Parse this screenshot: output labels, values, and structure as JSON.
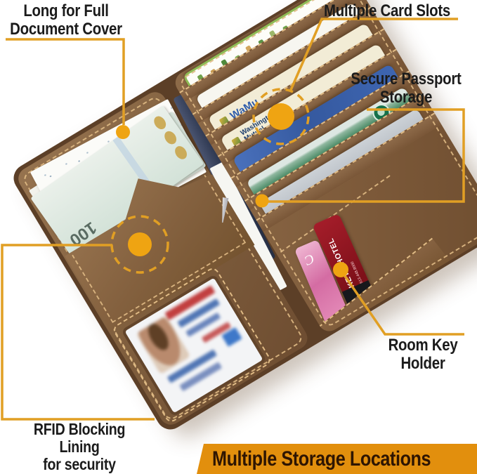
{
  "callouts": {
    "document": {
      "line1": "Long for Full",
      "line2": "Document Cover"
    },
    "card_slots": {
      "text": "Multiple Card Slots"
    },
    "passport": {
      "line1": "Secure Passport",
      "line2": "Storage"
    },
    "room_key": {
      "line1": "Room Key",
      "line2": "Holder"
    },
    "rfid": {
      "line1": "RFID Blocking Lining",
      "line2": "for security"
    }
  },
  "banner": {
    "text": "Multiple Storage Locations"
  },
  "colors": {
    "callout_line": "#E19F24",
    "callout_fill": "#EFA412",
    "banner_bg": "#E28F0D",
    "banner_text": "#2E1502",
    "label_text": "#1B1B1B",
    "leather": "#81603F"
  },
  "wallet": {
    "cards": {
      "wamu_label": "WaMu",
      "washington_mutual_label": "Washington Mutual"
    },
    "key_card": {
      "name": "KEYS HOTEL",
      "phone": "613.448.8000"
    },
    "pink_card_letter": "C",
    "bill_denomination": "100"
  }
}
